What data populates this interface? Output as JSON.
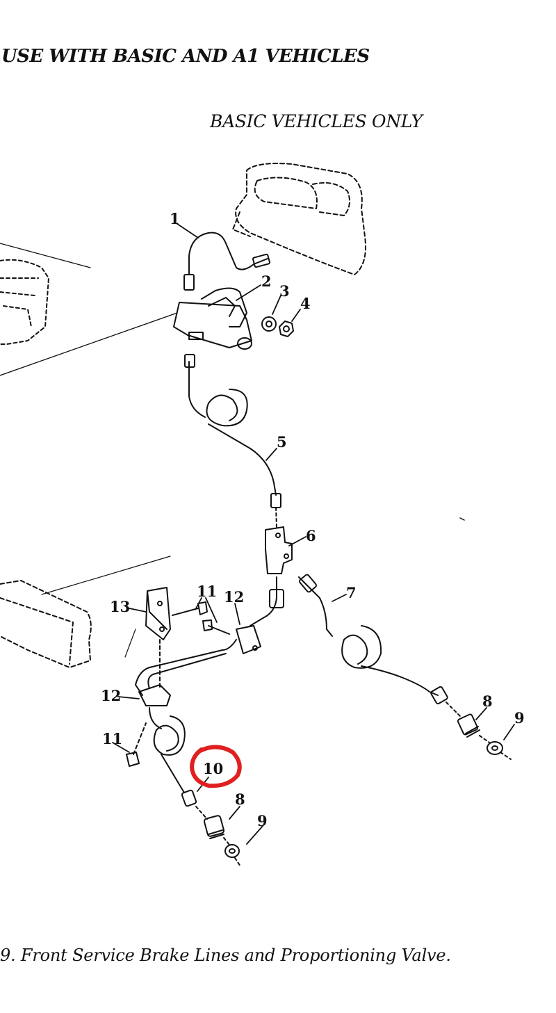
{
  "header": {
    "title": "USE WITH BASIC AND A1 VEHICLES",
    "subtitle": "BASIC VEHICLES ONLY"
  },
  "figure": {
    "caption": "9.  Front Service Brake Lines and Proportioning Valve.",
    "highlight_color": "#e02020",
    "highlighted_callout": "10",
    "callouts": [
      {
        "id": "c1",
        "label": "1"
      },
      {
        "id": "c2",
        "label": "2"
      },
      {
        "id": "c3",
        "label": "3"
      },
      {
        "id": "c4",
        "label": "4"
      },
      {
        "id": "c5",
        "label": "5"
      },
      {
        "id": "c6",
        "label": "6"
      },
      {
        "id": "c7",
        "label": "7"
      },
      {
        "id": "c8a",
        "label": "8"
      },
      {
        "id": "c9a",
        "label": "9"
      },
      {
        "id": "c11a",
        "label": "11"
      },
      {
        "id": "c12a",
        "label": "12"
      },
      {
        "id": "c13",
        "label": "13"
      },
      {
        "id": "c12b",
        "label": "12"
      },
      {
        "id": "c11b",
        "label": "11"
      },
      {
        "id": "c10",
        "label": "10"
      },
      {
        "id": "c8b",
        "label": "8"
      },
      {
        "id": "c9b",
        "label": "9"
      }
    ]
  }
}
